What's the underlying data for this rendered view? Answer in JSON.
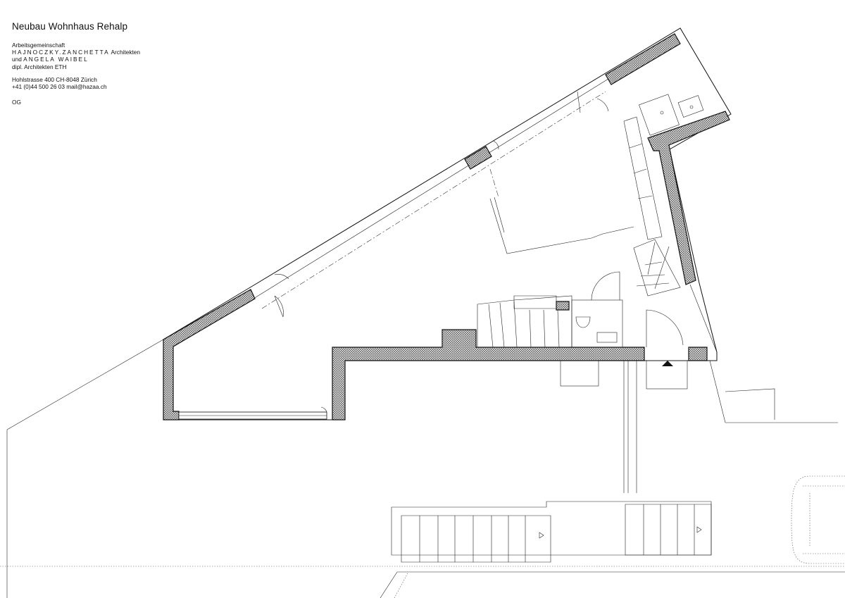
{
  "titleblock": {
    "title": "Neubau Wohnhaus Rehalp",
    "line1": "Arbeitsgemeinschaft",
    "line2a": "HAJNOCZKY.ZANCHETTA",
    "line2b": " Architekten",
    "line3a": "und ",
    "line3b": "ANGELA WAIBEL",
    "line4": "dipl. Architekten ETH",
    "address": "Hohlstrasse 400   CH-8048 Zürich",
    "contact": "+41 (0)44 500 26 03    mail@hazaa.ch",
    "level": "OG"
  }
}
